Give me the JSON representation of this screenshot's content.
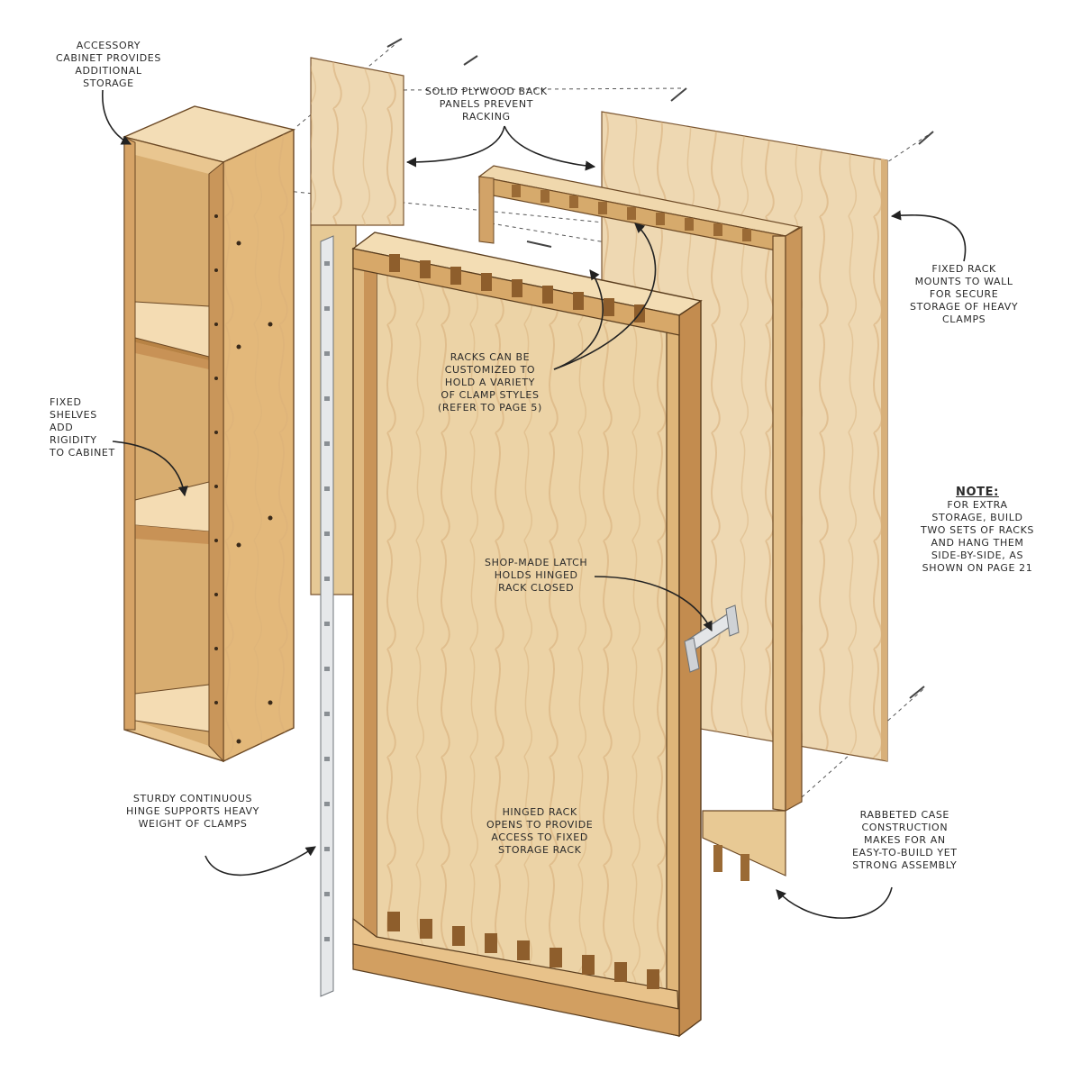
{
  "colors": {
    "wood_face": "#e9cfa4",
    "wood_light": "#f2dcb5",
    "wood_mid": "#dcb680",
    "wood_dark": "#c2925a",
    "wood_shadow": "#a9773f",
    "grain": "#cfa46d",
    "outline": "#5a3d1e",
    "leader": "#222222",
    "metal": "#d9dcdf",
    "metal_dark": "#8c9196"
  },
  "callouts": {
    "accessory_cabinet": [
      "ACCESSORY",
      "CABINET PROVIDES",
      "ADDITIONAL",
      "STORAGE"
    ],
    "back_panels": [
      "SOLID PLYWOOD BACK",
      "PANELS PREVENT",
      "RACKING"
    ],
    "fixed_rack": [
      "FIXED RACK",
      "MOUNTS TO WALL",
      "FOR SECURE",
      "STORAGE OF HEAVY",
      "CLAMPS"
    ],
    "racks_customized": [
      "RACKS CAN BE",
      "CUSTOMIZED TO",
      "HOLD A VARIETY",
      "OF CLAMP STYLES",
      "(REFER TO PAGE 5)"
    ],
    "fixed_shelves": [
      "FIXED",
      "SHELVES",
      "ADD",
      "RIGIDITY",
      "TO CABINET"
    ],
    "note_title": "NOTE:",
    "note_body": [
      "FOR EXTRA",
      "STORAGE, BUILD",
      "TWO SETS OF RACKS",
      "AND HANG THEM",
      "SIDE-BY-SIDE, AS",
      "SHOWN ON PAGE 21"
    ],
    "latch": [
      "SHOP-MADE LATCH",
      "HOLDS HINGED",
      "RACK CLOSED"
    ],
    "hinge": [
      "STURDY CONTINUOUS",
      "HINGE SUPPORTS HEAVY",
      "WEIGHT OF CLAMPS"
    ],
    "hinged_rack": [
      "HINGED RACK",
      "OPENS TO PROVIDE",
      "ACCESS TO FIXED",
      "STORAGE RACK"
    ],
    "rabbeted": [
      "RABBETED CASE",
      "CONSTRUCTION",
      "MAKES FOR AN",
      "EASY-TO-BUILD YET",
      "STRONG ASSEMBLY"
    ]
  }
}
